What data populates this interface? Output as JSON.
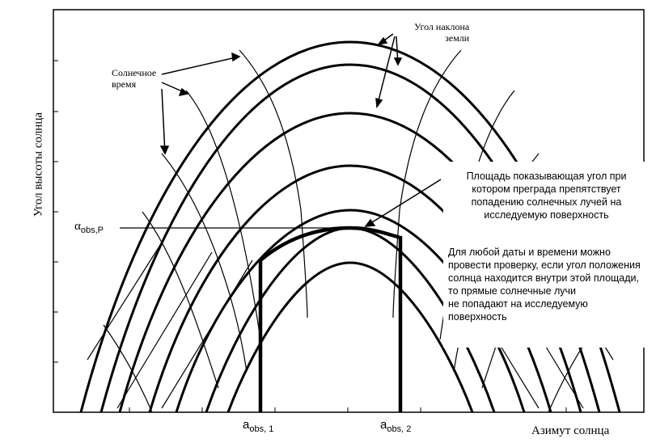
{
  "axes": {
    "y_label": "Угол высоты солнца",
    "x_label": "Азимут солнца"
  },
  "labels": {
    "solar_time": [
      "Солнечное",
      "время"
    ],
    "earth_tilt": [
      "Угол наклона",
      "земли"
    ],
    "alpha": {
      "main": "α",
      "sub": "obs,P"
    },
    "a_obs_1": {
      "main": "a",
      "sub": "obs, 1"
    },
    "a_obs_2": {
      "main": "a",
      "sub": "obs, 2"
    }
  },
  "annotations": {
    "area_text": "Площадь показывающая угол при котором преграда препятствует попадению солнечных лучей на исследуемую поверхность",
    "check_text": "Для любой даты и времени можно провести проверку, если угол положения солнца находится внутри этой площади,\n то прямые солнечные лучи\n не попадают на исследуемую поверхность"
  }
}
